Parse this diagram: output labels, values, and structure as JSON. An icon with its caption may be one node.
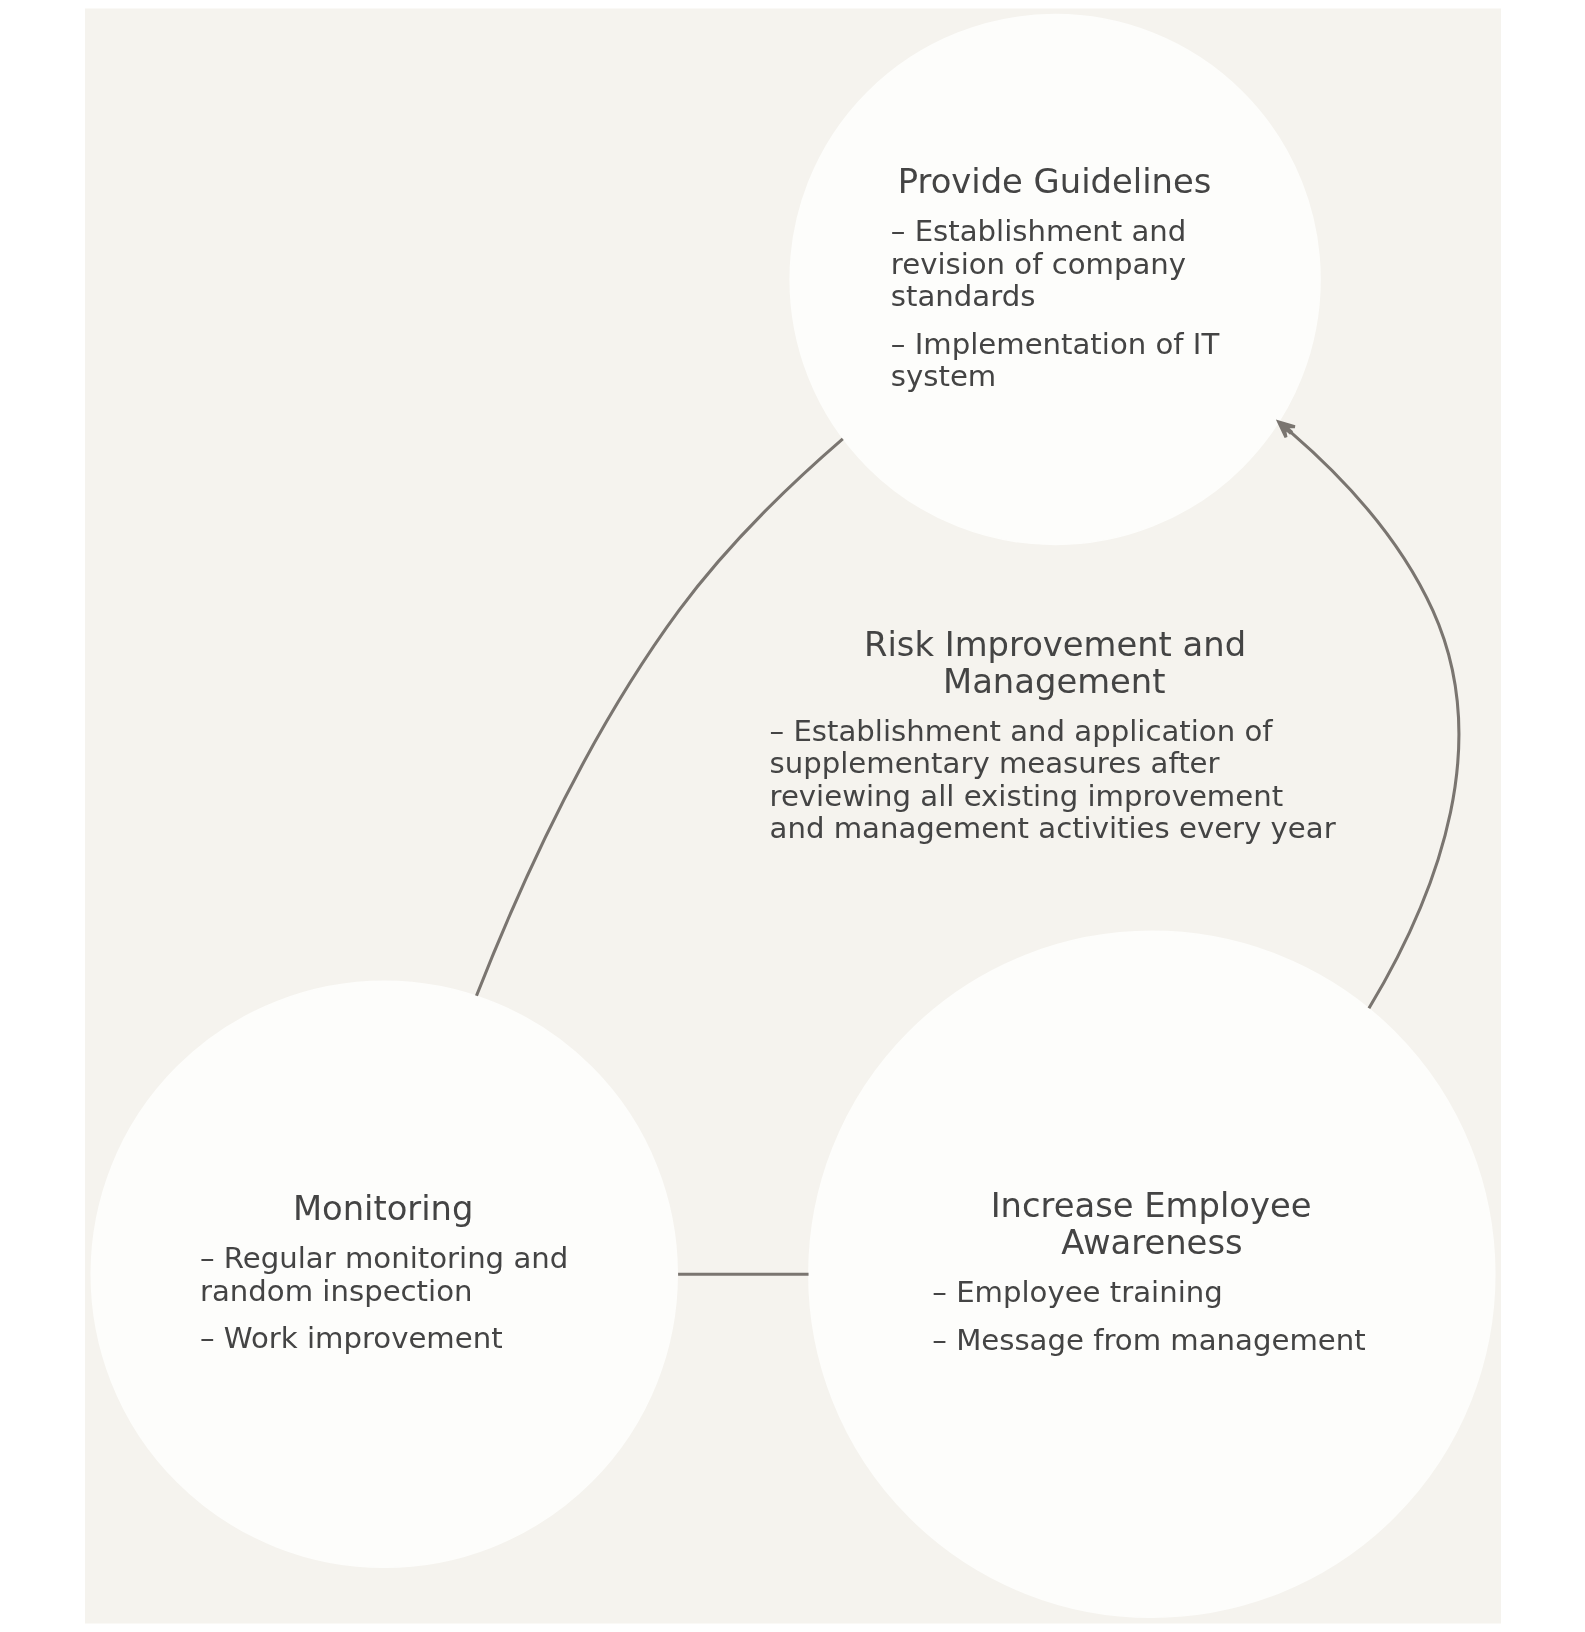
{
  "diagram": {
    "nodes": [
      {
        "text": [
          "Provide Guidelines",
          "– Establishment and revision of company standards",
          "– Implementation of IT system"
        ]
      },
      {
        "text": [
          "Increase Employee Awareness",
          "– Employee training",
          "– Message from management"
        ]
      },
      {
        "text": [
          "Monitoring",
          "– Regular monitoring and random inspection",
          "– Work improvement"
        ]
      }
    ],
    "edges": [
      {
        "from": 0,
        "to": 2,
        "arrow": "none"
      },
      {
        "from": 2,
        "to": 1,
        "arrow": "none"
      },
      {
        "from": 1,
        "to": 0,
        "arrow": "to"
      }
    ],
    "labels": [
      "Risk Improvement and Management",
      "– Establishment and application of supplementary measures after reviewing all existing improvement and management activities every year"
    ]
  }
}
